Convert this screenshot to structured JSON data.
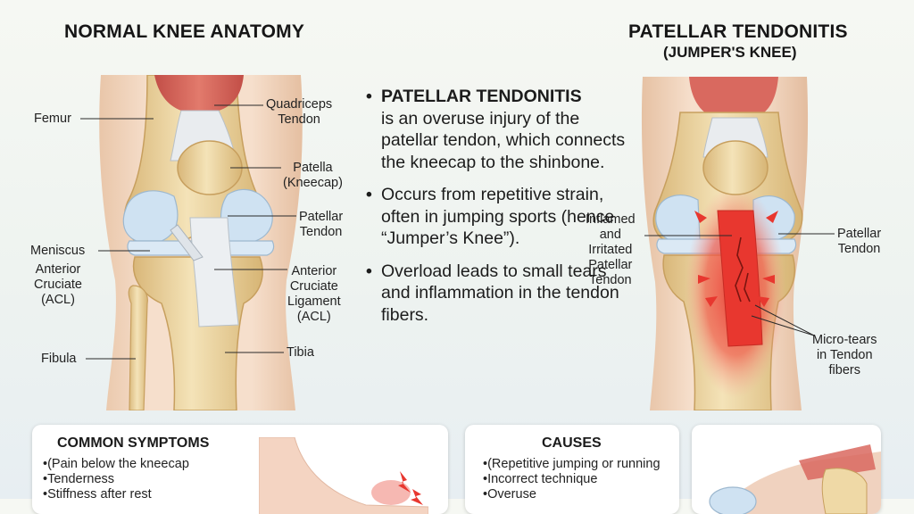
{
  "left_panel": {
    "title": "NORMAL KNEE ANATOMY",
    "labels": {
      "femur": "Femur",
      "quadriceps_tendon": "Quadriceps\nTendon",
      "patella": "Patella\n(Kneecap)",
      "patellar_tendon": "Patellar\nTendon",
      "meniscus": "Meniscus",
      "acl_left": "Anterior\nCruciate\n(ACL)",
      "acl_right": "Anterior\nCruciate\nLigament\n(ACL)",
      "fibula": "Fibula",
      "tibia": "Tibia"
    }
  },
  "right_panel": {
    "title": "PATELLAR TENDONITIS",
    "subtitle": "(JUMPER'S KNEE)",
    "labels": {
      "inflamed": "Inflamed\nand\nIrritated\nPatellar\nTendon",
      "patellar_tendon": "Patellar\nTendon",
      "micro_tears": "Micro-tears\nin Tendon\nfibers"
    }
  },
  "info": {
    "b1_title": "PATELLAR TENDONITIS",
    "b1_text": "is an overuse injury of the patellar tendon, which connects the kneecap to the shinbone.",
    "b2_text": "Occurs from repetitive strain, often in jumping sports (hence “Jumper’s Knee”).",
    "b3_text": "Overload leads to small tears and inflammation in the tendon fibers."
  },
  "symptoms": {
    "title": "COMMON SYMPTOMS",
    "items": [
      "(Pain below the kneecap",
      "Tenderness",
      "Stiffness after rest"
    ]
  },
  "causes": {
    "title": "CAUSES",
    "items": [
      "(Repetitive jumping or running",
      "Incorrect technique",
      "Overuse"
    ]
  },
  "colors": {
    "bone": "#efd9a6",
    "bone_shade": "#d9b779",
    "muscle": "#d9695f",
    "tendon": "#eef0f2",
    "cartilage": "#cfe2f2",
    "skin": "#f3d8c4",
    "inflammation": "#e8372f"
  }
}
